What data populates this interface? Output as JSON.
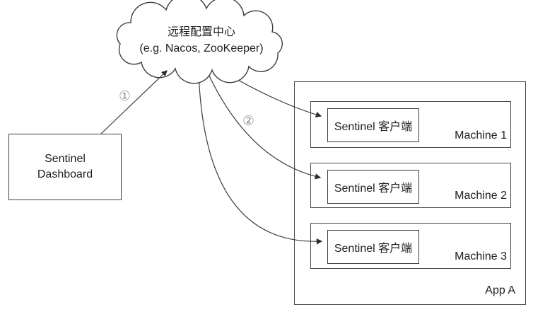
{
  "diagram": {
    "cloud": {
      "title": "远程配置中心",
      "subtitle": "(e.g. Nacos, ZooKeeper)"
    },
    "dashboard": {
      "label": "Sentinel Dashboard"
    },
    "app": {
      "label": "App A"
    },
    "machines": [
      {
        "name": "Machine 1",
        "client_label": "Sentinel 客户端"
      },
      {
        "name": "Machine 2",
        "client_label": "Sentinel 客户端"
      },
      {
        "name": "Machine 3",
        "client_label": "Sentinel 客户端"
      }
    ],
    "annotations": {
      "step1": "①",
      "step2": "②"
    },
    "colors": {
      "line": "#3a3a3a",
      "border": "#3f3f3f",
      "annotation": "#979797",
      "background": "#ffffff",
      "text": "#1e1e1e"
    }
  }
}
